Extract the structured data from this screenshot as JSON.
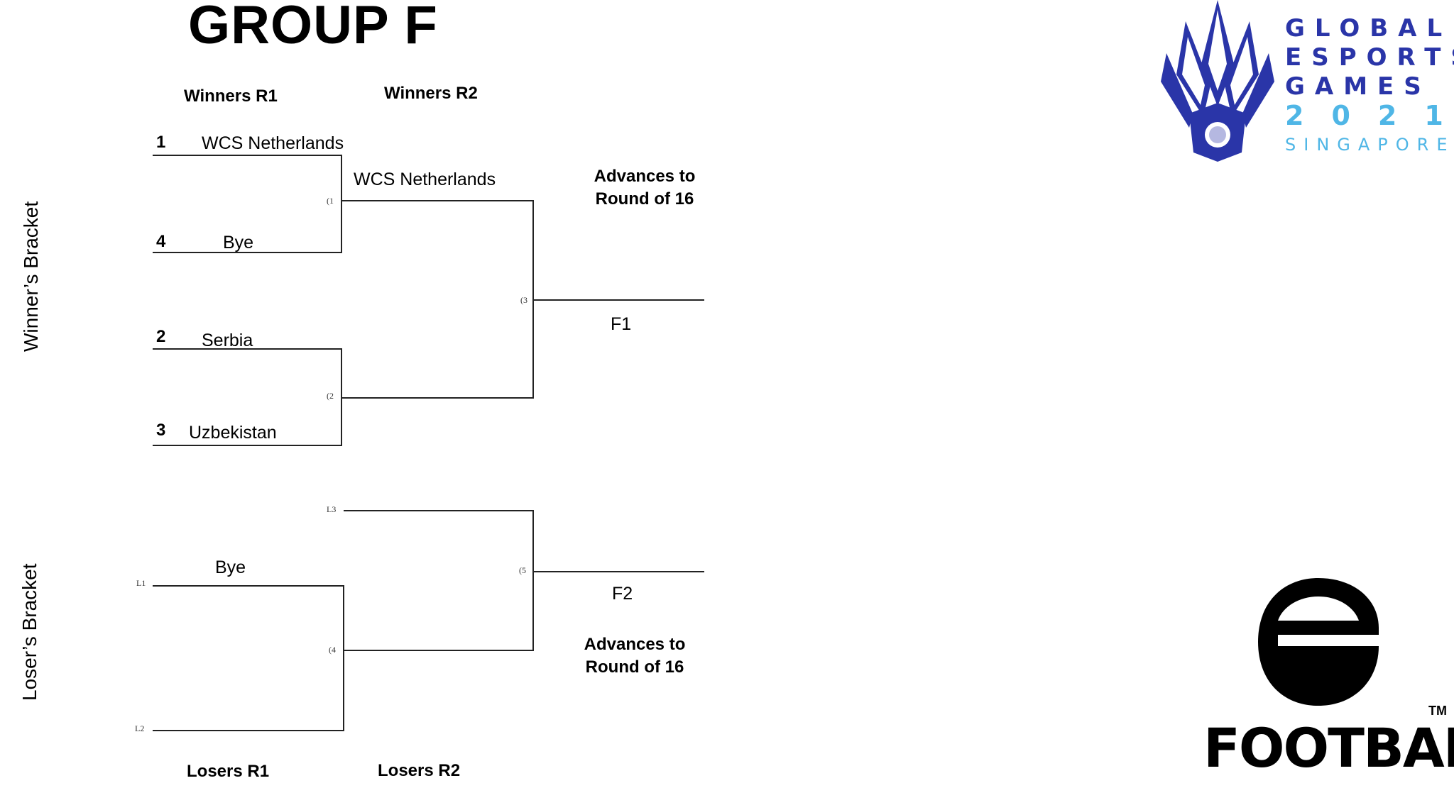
{
  "title": "GROUP F",
  "rounds": {
    "winners_r1": "Winners R1",
    "winners_r2": "Winners R2",
    "losers_r1": "Losers R1",
    "losers_r2": "Losers R2"
  },
  "sides": {
    "winners": "Winner’s Bracket",
    "losers": "Loser’s Bracket"
  },
  "winners_r1": [
    {
      "seed": "1",
      "team": "WCS Netherlands"
    },
    {
      "seed": "4",
      "team": "Bye"
    },
    {
      "seed": "2",
      "team": "Serbia"
    },
    {
      "seed": "3",
      "team": "Uzbekistan"
    }
  ],
  "winners_r2": {
    "match1_winner": "WCS Netherlands"
  },
  "match_markers": {
    "m1": "(1",
    "m2": "(2",
    "m3": "(3",
    "m4": "(4",
    "m5": "(5"
  },
  "loser_slots": {
    "l1": "L1",
    "l2": "L2",
    "l3": "L3"
  },
  "losers_r1": {
    "top_team": "Bye"
  },
  "finals": {
    "f1": "F1",
    "f2": "F2",
    "advance_top_line1": "Advances to",
    "advance_top_line2": "Round of 16",
    "advance_bottom_line1": "Advances to",
    "advance_bottom_line2": "Round of 16"
  },
  "logos": {
    "ges_line1": "GLOBAL",
    "ges_line2": "ESPORTS",
    "ges_line3": "GAMES",
    "ges_year": "2021",
    "ges_city": "SINGAPORE",
    "efootball": "FOOTBALL",
    "trademark": "TM",
    "ges_blue": "#2a35a8",
    "ges_light_blue": "#4fb6e6"
  }
}
